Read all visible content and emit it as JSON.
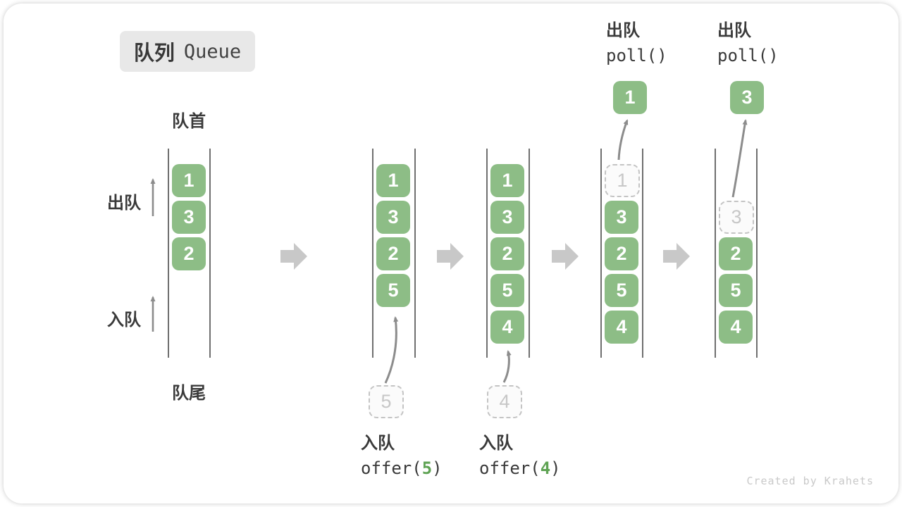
{
  "title": {
    "zh": "队列",
    "en": "Queue"
  },
  "side_labels": {
    "front": "队首",
    "rear": "队尾",
    "dequeue": "出队",
    "enqueue": "入队"
  },
  "columns": [
    {
      "slots": [
        {
          "value": "1"
        },
        {
          "value": "3"
        },
        {
          "value": "2"
        }
      ]
    },
    {
      "slots": [
        {
          "value": "1"
        },
        {
          "value": "3"
        },
        {
          "value": "2"
        },
        {
          "value": "5"
        }
      ],
      "pending": {
        "value": "5"
      },
      "operation": {
        "label": "入队",
        "code_pre": "offer(",
        "code_arg": "5",
        "code_post": ")"
      }
    },
    {
      "slots": [
        {
          "value": "1"
        },
        {
          "value": "3"
        },
        {
          "value": "2"
        },
        {
          "value": "5"
        },
        {
          "value": "4"
        }
      ],
      "pending": {
        "value": "4"
      },
      "operation": {
        "label": "入队",
        "code_pre": "offer(",
        "code_arg": "4",
        "code_post": ")"
      }
    },
    {
      "slots": [
        {
          "value": "1"
        },
        {
          "value": "3"
        },
        {
          "value": "2"
        },
        {
          "value": "5"
        },
        {
          "value": "4"
        }
      ],
      "popped": {
        "value": "1"
      },
      "operation": {
        "label": "出队",
        "code": "poll()"
      }
    },
    {
      "slots": [
        {
          "value": "3"
        },
        {
          "value": "2"
        },
        {
          "value": "5"
        },
        {
          "value": "4"
        }
      ],
      "popped": {
        "value": "3"
      },
      "operation": {
        "label": "出队",
        "code": "poll()"
      }
    }
  ],
  "colors": {
    "item_green": "#8dbd86",
    "accent_green": "#5fa354",
    "block_arrow": "#c8c8c8",
    "wall_gray": "#6f6f6f"
  },
  "watermark": "Created by Krahets"
}
